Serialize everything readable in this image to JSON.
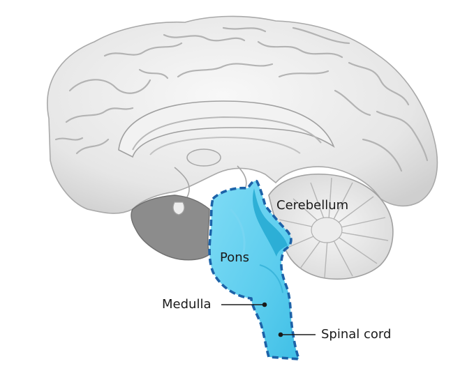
{
  "labels": {
    "cerebellum": "Cerebellum",
    "pons": "Pons",
    "medulla": "Medulla",
    "spinal_cord": "Spinal cord"
  },
  "colors": {
    "brainstem_fill": "#5ccdee",
    "brainstem_dark": "#1fa6cf",
    "dashed_outline": "#1c62a8",
    "brain_light": "#ececec",
    "brain_shadow": "#bdbdbd",
    "ventral_gray": "#8c8c8c",
    "leader_line": "#1a1a1a"
  }
}
